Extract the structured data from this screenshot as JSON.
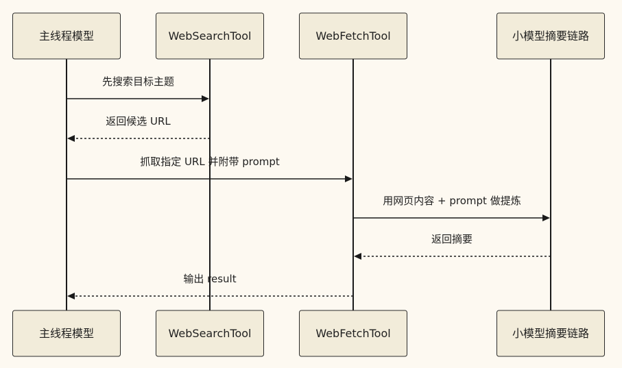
{
  "participants": [
    {
      "id": "main",
      "label": "主线程模型"
    },
    {
      "id": "search",
      "label": "WebSearchTool"
    },
    {
      "id": "fetch",
      "label": "WebFetchTool"
    },
    {
      "id": "small",
      "label": "小模型摘要链路"
    }
  ],
  "messages": [
    {
      "from": "main",
      "to": "search",
      "label": "先搜索目标主题",
      "style": "solid"
    },
    {
      "from": "search",
      "to": "main",
      "label": "返回候选 URL",
      "style": "dashed"
    },
    {
      "from": "main",
      "to": "fetch",
      "label": "抓取指定 URL 并附带 prompt",
      "style": "solid"
    },
    {
      "from": "fetch",
      "to": "small",
      "label": "用网页内容 + prompt 做提炼",
      "style": "solid"
    },
    {
      "from": "small",
      "to": "fetch",
      "label": "返回摘要",
      "style": "dashed"
    },
    {
      "from": "fetch",
      "to": "main",
      "label": "输出 result",
      "style": "dashed"
    }
  ],
  "colors": {
    "background": "#fdf9f1",
    "actor_fill": "#f2ecda",
    "line": "#1a1a1a"
  }
}
